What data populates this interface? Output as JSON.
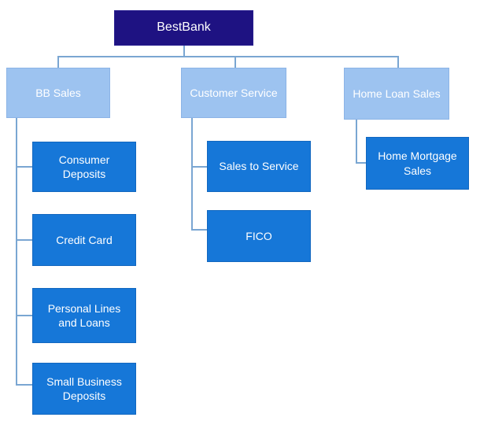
{
  "chart": {
    "root": {
      "label": "BestBank",
      "children": [
        {
          "label": "BB Sales",
          "children": [
            {
              "label": "Consumer Deposits"
            },
            {
              "label": "Credit Card"
            },
            {
              "label": "Personal Lines and Loans"
            },
            {
              "label": "Small Business Deposits"
            }
          ]
        },
        {
          "label": "Customer Service",
          "children": [
            {
              "label": "Sales to Service"
            },
            {
              "label": "FICO"
            }
          ]
        },
        {
          "label": "Home Loan Sales",
          "children": [
            {
              "label": "Home Mortgage Sales"
            }
          ]
        }
      ]
    }
  },
  "colors": {
    "background": "#ffffff",
    "root_fill": "#1e1282",
    "level2_fill": "#9dc3f0",
    "level3_fill": "#1677d8",
    "connector": "#7aa6d2",
    "text": "#ffffff"
  }
}
